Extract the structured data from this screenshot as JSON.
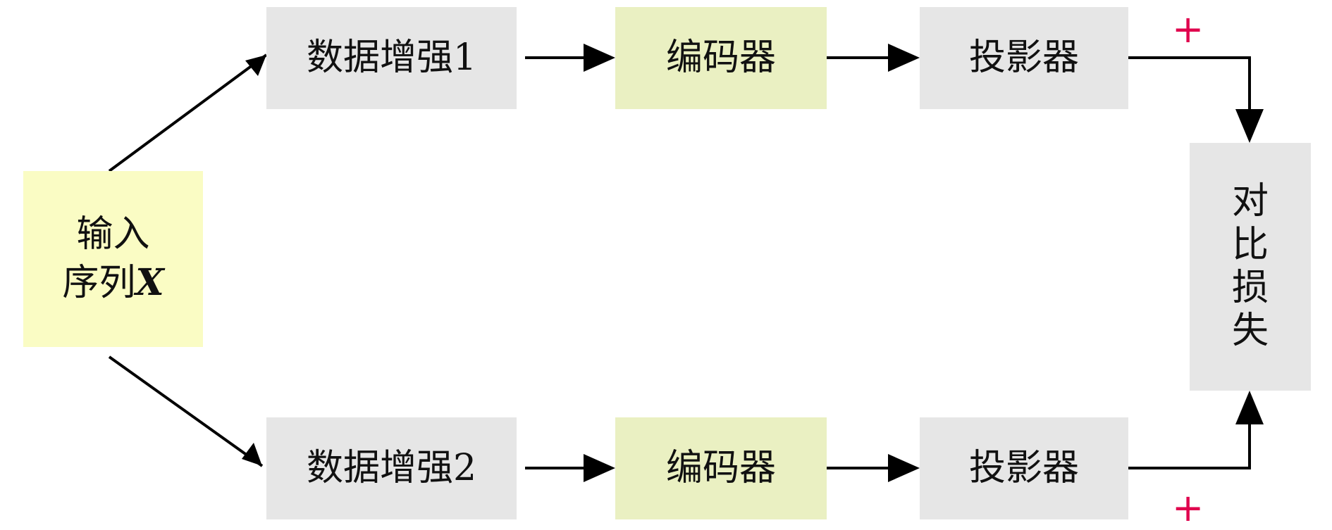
{
  "diagram": {
    "input": {
      "line1": "输入",
      "line2": "序列",
      "var": "X"
    },
    "top_branch": {
      "augment": "数据增强1",
      "encoder": "编码器",
      "projector": "投影器",
      "sign": "+"
    },
    "bottom_branch": {
      "augment": "数据增强2",
      "encoder": "编码器",
      "projector": "投影器",
      "sign": "+"
    },
    "loss": {
      "chars": [
        "对",
        "比",
        "损",
        "失"
      ]
    },
    "colors": {
      "gray_box": "#e6e6e6",
      "encoder_box": "#eaf0c2",
      "input_box": "#fafcc4",
      "plus_sign": "#e0004d",
      "arrow": "#000000"
    }
  }
}
